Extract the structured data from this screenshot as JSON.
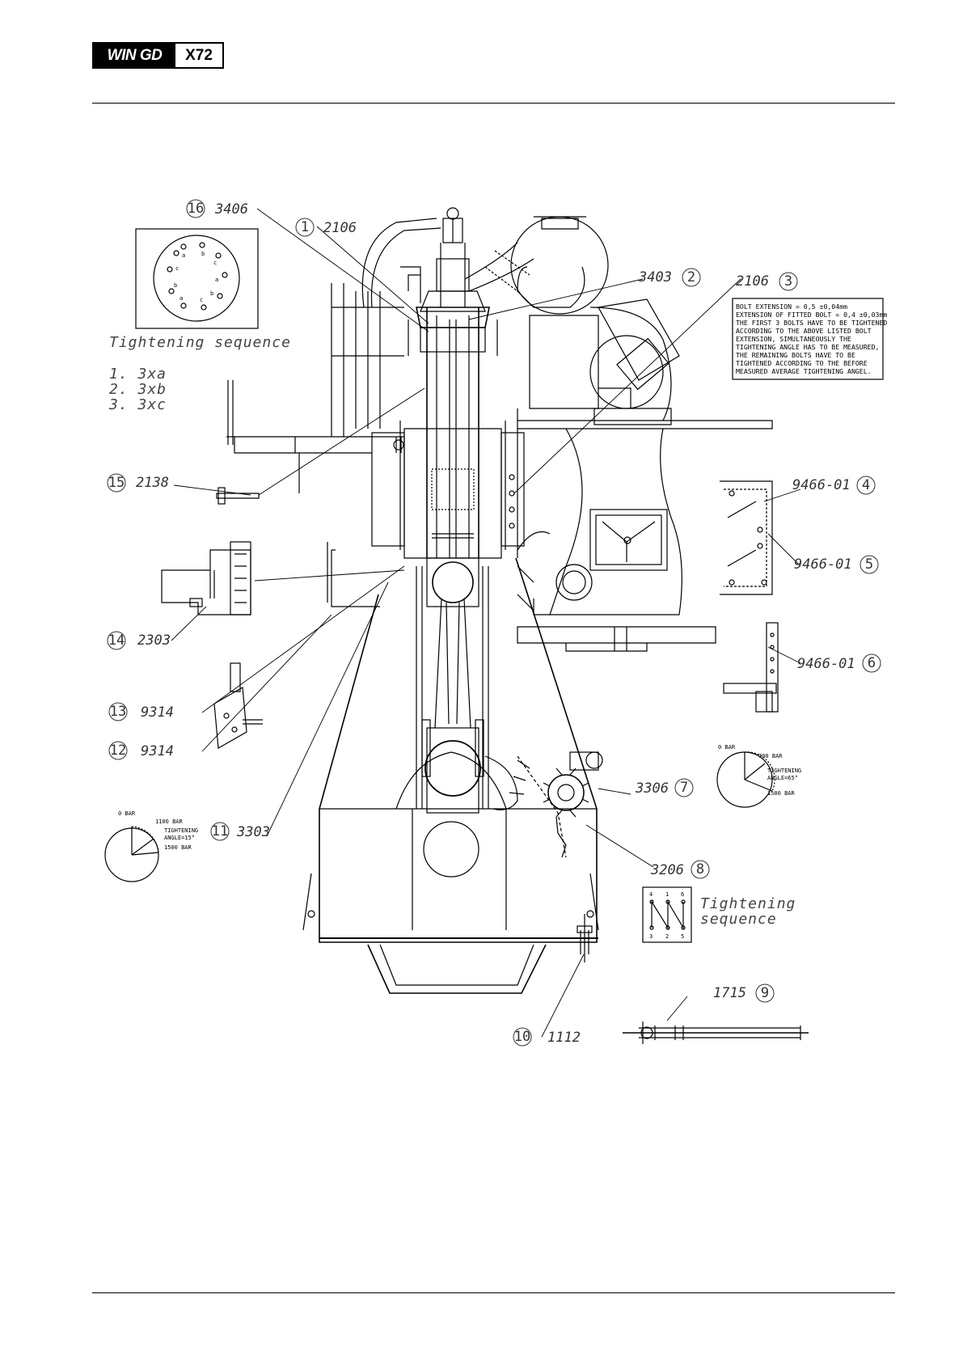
{
  "brand": {
    "logo": "WIN GD",
    "model": "X72"
  },
  "callouts": [
    {
      "num": "1",
      "ref": "2106"
    },
    {
      "num": "2",
      "ref": "3403"
    },
    {
      "num": "3",
      "ref": "2106"
    },
    {
      "num": "4",
      "ref": "9466-01"
    },
    {
      "num": "5",
      "ref": "9466-01"
    },
    {
      "num": "6",
      "ref": "9466-01"
    },
    {
      "num": "7",
      "ref": "3306"
    },
    {
      "num": "8",
      "ref": "3206"
    },
    {
      "num": "9",
      "ref": "1715"
    },
    {
      "num": "10",
      "ref": "1112"
    },
    {
      "num": "11",
      "ref": "3303"
    },
    {
      "num": "12",
      "ref": "9314"
    },
    {
      "num": "13",
      "ref": "9314"
    },
    {
      "num": "14",
      "ref": "2303"
    },
    {
      "num": "15",
      "ref": "2138"
    },
    {
      "num": "16",
      "ref": "3406"
    }
  ],
  "tightening_sequence_16": {
    "title": "Tightening sequence",
    "steps": [
      "1. 3xa",
      "2. 3xb",
      "3. 3xc"
    ],
    "bolt_labels": [
      "a",
      "b",
      "c",
      "a",
      "b",
      "c",
      "a",
      "b",
      "c"
    ]
  },
  "bolt_note": [
    "BOLT EXTENSION = 0,5 ±0,04mm",
    "EXTENSION OF FITTED BOLT = 0,4 ±0,03mm",
    "THE FIRST 3 BOLTS HAVE TO BE TIGHTENED",
    "ACCORDING TO THE ABOVE LISTED BOLT",
    "EXTENSION, SIMULTANEOUSLY THE",
    "TIGHTENING ANGLE HAS TO BE MEASURED,",
    "THE REMAINING BOLTS HAVE TO BE",
    "TIGHTENED ACCORDING TO THE BEFORE",
    "MEASURED AVERAGE TIGHTENING ANGEL."
  ],
  "gauge_left": {
    "zero": "0 BAR",
    "mid": "1100 BAR",
    "label1": "TIGHTENING",
    "label2": "ANGLE=15°",
    "max": "1500 BAR"
  },
  "gauge_right": {
    "zero": "0 BAR",
    "mid": "700 BAR",
    "label1": "TIGHTENING",
    "label2": "ANGLE=65°",
    "max": "1500 BAR"
  },
  "tightening_sequence_8": {
    "line1": "Tightening",
    "line2": "sequence",
    "top_nums": [
      "4",
      "1",
      "6"
    ],
    "bottom_nums": [
      "3",
      "2",
      "5"
    ]
  }
}
